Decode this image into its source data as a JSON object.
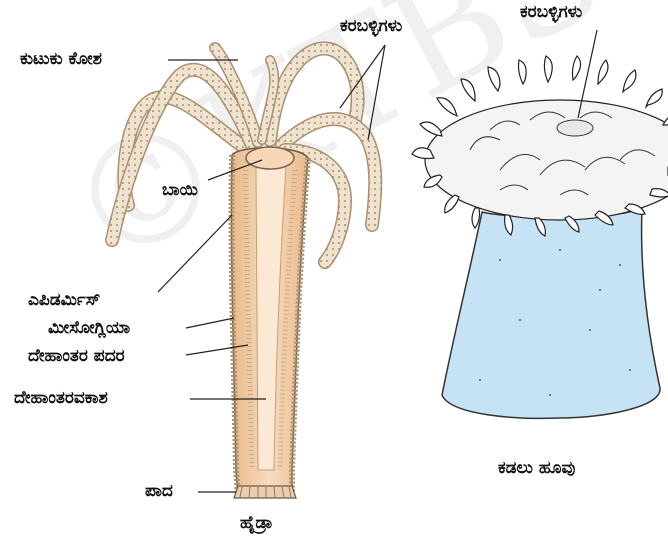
{
  "figure": {
    "labels": {
      "nematocyst": "ಕುಟುಕು ಕೋಶ",
      "tentacles_hydra": "ಕರಬಳ್ಳಿಗಳು",
      "tentacles_anemone": "ಕರಬಳ್ಳಿಗಳು",
      "mouth": "ಬಾಯಿ",
      "epidermis": "ಎಪಿಡರ್ಮಿಸ್",
      "mesoglea": "ಮೀಸೋಗ್ಲಿಯಾ",
      "gastrodermis": "ದೇಹಾಂತರ ಪದರ",
      "gastrovascular_cavity": "ದೇಹಾಂತರವಕಾಶ",
      "foot": "ಪಾದ"
    },
    "captions": {
      "hydra": "ಹೈಡ್ರಾ",
      "sea_anemone": "ಕಡಲು ಹೂವು"
    },
    "watermark": "©KTBS",
    "colors": {
      "hydra_body": "#f0c9a0",
      "hydra_tentacle": "#efe3cf",
      "anemone_column": "#c6e3f5",
      "leader_lines": "#222222"
    }
  }
}
